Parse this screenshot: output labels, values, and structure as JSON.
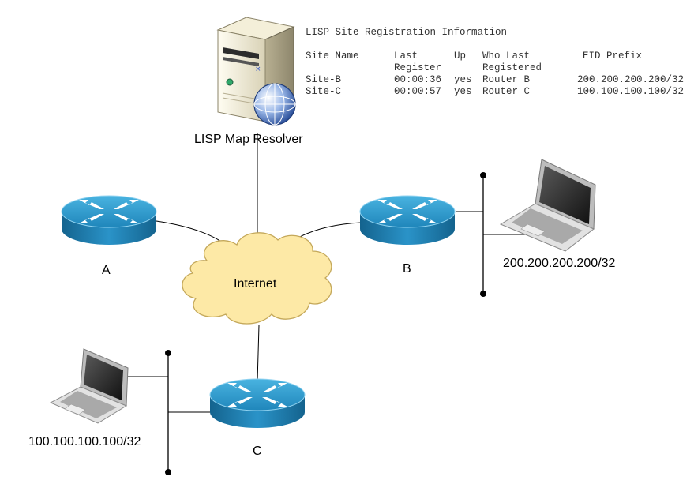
{
  "server": {
    "label": "LISP Map Resolver"
  },
  "registration_table": {
    "title": "LISP Site Registration Information",
    "headers": {
      "site_name": "Site Name",
      "last_register": [
        "Last",
        "Register"
      ],
      "up": "Up",
      "who_last_registered": [
        "Who Last",
        "Registered"
      ],
      "eid_prefix": "EID Prefix"
    },
    "rows": [
      {
        "site": "Site-B",
        "last_register": "00:00:36",
        "up": "yes",
        "who": "Router B",
        "eid": "200.200.200.200/32"
      },
      {
        "site": "Site-C",
        "last_register": "00:00:57",
        "up": "yes",
        "who": "Router C",
        "eid": "100.100.100.100/32"
      }
    ]
  },
  "cloud": {
    "label": "Internet"
  },
  "routers": {
    "a": "A",
    "b": "B",
    "c": "C"
  },
  "hosts": {
    "b": {
      "prefix": "200.200.200.200/32"
    },
    "c": {
      "prefix": "100.100.100.100/32"
    }
  },
  "colors": {
    "router_top": "#2a95c9",
    "router_body": "#1c78a8",
    "cloud_fill": "#fde9a6",
    "cloud_stroke": "#c4a85a",
    "server_body": "#e9e2c9",
    "laptop_body": "#cfcfcf",
    "laptop_screen": "#2b2b2b"
  }
}
